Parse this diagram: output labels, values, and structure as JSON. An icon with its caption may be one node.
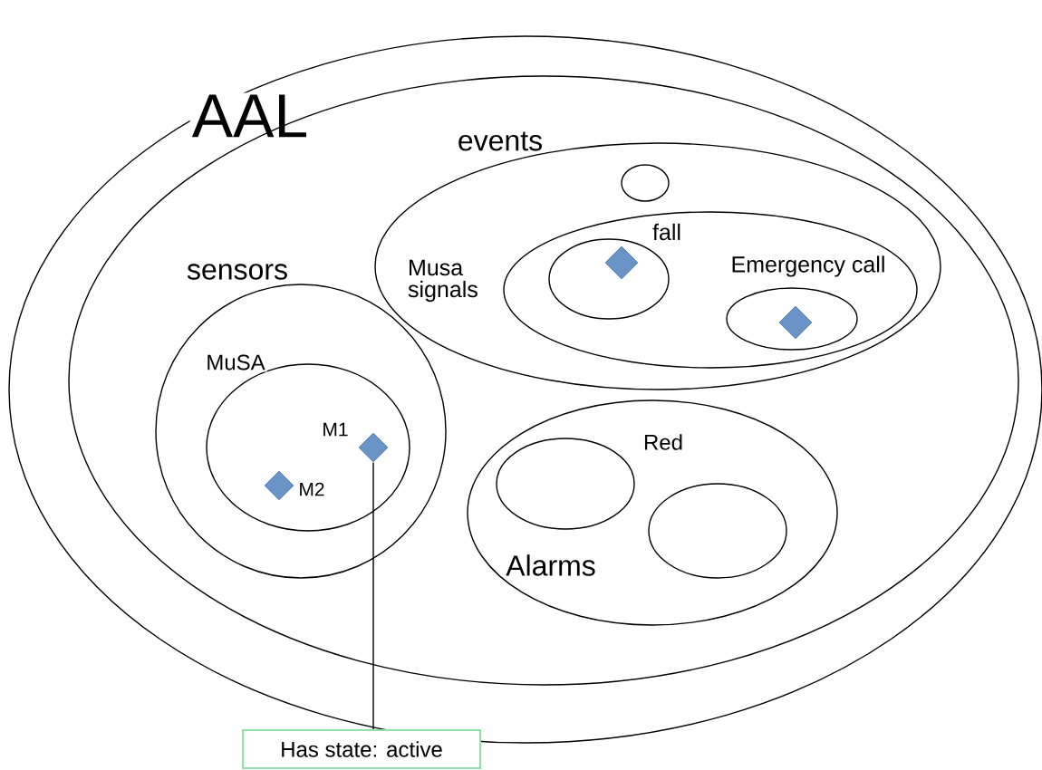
{
  "diagram": {
    "nodes": [
      {
        "text": [
          "AAL"
        ]
      },
      {
        "text": [],
        "shape": "ellipse",
        "in": 0
      },
      {
        "text": [
          "events"
        ],
        "in": 1
      },
      {
        "text": [],
        "shape": "ellipse",
        "in": 2
      },
      {
        "text": [
          "Musa signals"
        ],
        "in": 2
      },
      {
        "text": [
          "fall"
        ],
        "in": 4
      },
      {
        "text": [],
        "shape": "diamond",
        "in": 5
      },
      {
        "text": [
          "Emergency call"
        ],
        "in": 4
      },
      {
        "text": [],
        "shape": "diamond",
        "in": 7
      },
      {
        "text": [
          "sensors"
        ],
        "in": 1
      },
      {
        "text": [
          "MuSA"
        ],
        "in": 9
      },
      {
        "text": [],
        "shape": "diamond",
        "beside": [
          "M1"
        ],
        "in": 10
      },
      {
        "text": [],
        "shape": "diamond",
        "beside": [
          "M2"
        ],
        "in": 10
      },
      {
        "text": [
          "Red",
          "Alarms"
        ],
        "in": 1
      },
      {
        "text": [],
        "shape": "ellipse",
        "in": 13
      },
      {
        "text": [],
        "shape": "ellipse",
        "in": 13
      },
      {
        "text": [
          "Has state: active"
        ]
      }
    ],
    "edges": [
      {
        "from": 11,
        "to": 16,
        "arrow": "none"
      }
    ]
  }
}
